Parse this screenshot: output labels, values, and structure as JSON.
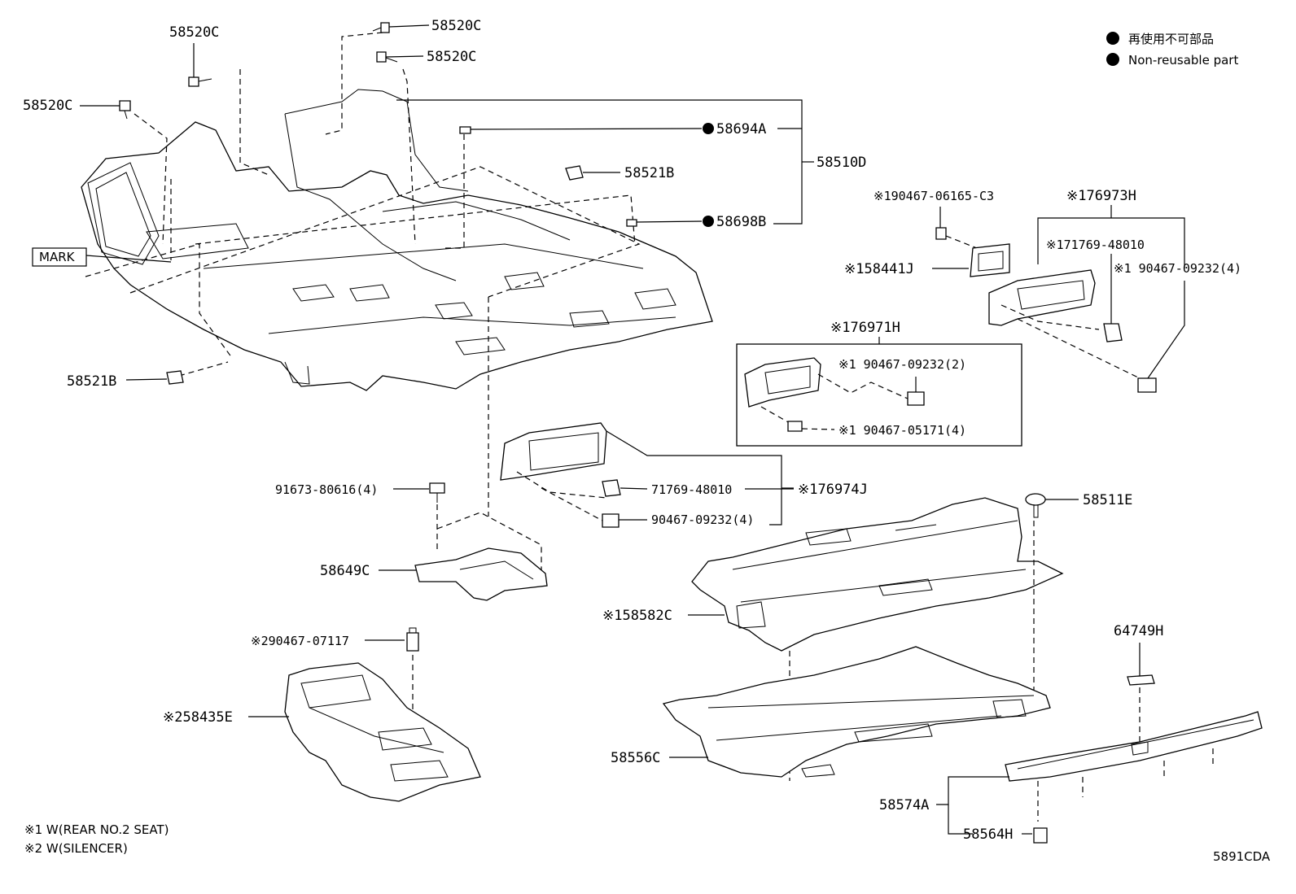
{
  "legend": {
    "jp": "再使用不可部品",
    "en": "Non-reusable part"
  },
  "callouts": {
    "c58520C_a": "58520C",
    "c58520C_b": "58520C",
    "c58520C_c": "58520C",
    "c58520C_d": "58520C",
    "c58694A": "58694A",
    "c58510D": "58510D",
    "c58521B_a": "58521B",
    "c58698B": "58698B",
    "mark": "MARK",
    "c58521B_b": "58521B",
    "c90467_06165": "※190467-06165-C3",
    "c76973H": "※176973H",
    "c71769_48010_a": "※171769-48010",
    "c90467_09232_4a": "※1 90467-09232(4)",
    "c58441J": "※158441J",
    "c76971H": "※176971H",
    "c90467_09232_2": "※1 90467-09232(2)",
    "c90467_05171": "※1 90467-05171(4)",
    "c91673": "91673-80616(4)",
    "c71769_48010_b": "71769-48010",
    "c76974J": "※176974J",
    "c90467_09232_4b": "90467-09232(4)",
    "c58511E": "58511E",
    "c58649C": "58649C",
    "c58582C": "※158582C",
    "c90467_07117": "※290467-07117",
    "c64749H": "64749H",
    "c58435E": "※258435E",
    "c58556C": "58556C",
    "c58574A": "58574A",
    "c58564H": "58564H"
  },
  "notes": {
    "note1": "※1 W(REAR NO.2 SEAT)",
    "note2": "※2 W(SILENCER)"
  },
  "diagram_code": "5891CDA"
}
